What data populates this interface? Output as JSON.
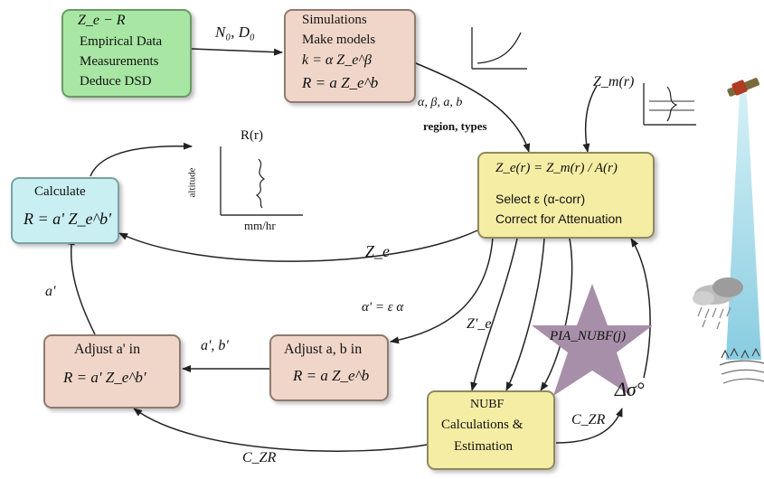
{
  "boxes": {
    "empirical": {
      "line1": "Z_e − R",
      "line2": "Empirical Data",
      "line3": "Measurements",
      "line4": "Deduce DSD"
    },
    "simulations": {
      "line1": "Simulations",
      "line2": "Make models",
      "line3": "k = α Z_e^β",
      "line4": "R = a Z_e^b"
    },
    "calculate": {
      "line1": "Calculate",
      "line2": "R = a' Z_e^b'"
    },
    "attenuation": {
      "line1": "Z_e(r) = Z_m(r) / A(r)",
      "line2": "Select ε (α-corr)",
      "line3": "Correct for Attenuation"
    },
    "adjust_ab": {
      "line1": "Adjust a, b in",
      "line2": "R = a Z_e^b"
    },
    "adjust_a": {
      "line1": "Adjust a' in",
      "line2": "R = a' Z_e^b'"
    },
    "nubf": {
      "line1": "NUBF",
      "line2": "Calculations &",
      "line3": "Estimation"
    }
  },
  "labels": {
    "no_do": "N₀, D₀",
    "params": "α, β, a, b",
    "region_types": "region,  types",
    "zm": "Z_m(r)",
    "ze_left": "Z_e",
    "a_corr": "α' = ε α",
    "ze_prime": "Z'_e",
    "a_prime_b_prime": "a', b'",
    "a_prime": "a'",
    "czr_bottom": "C_ZR",
    "czr_right": "C_ZR",
    "delta_sigma": "Δσ°",
    "pia": "PIA_NUBF(j)"
  },
  "inset_plot": {
    "title": "R(r)",
    "ylabel": "altitude",
    "xlabel": "mm/hr"
  },
  "colors": {
    "green": "#a8e6a4",
    "pink": "#f0d6c9",
    "cyan": "#c9eff2",
    "yellow": "#f6eda5",
    "star": "#a78fa9",
    "beam": "#9ed7e6"
  }
}
